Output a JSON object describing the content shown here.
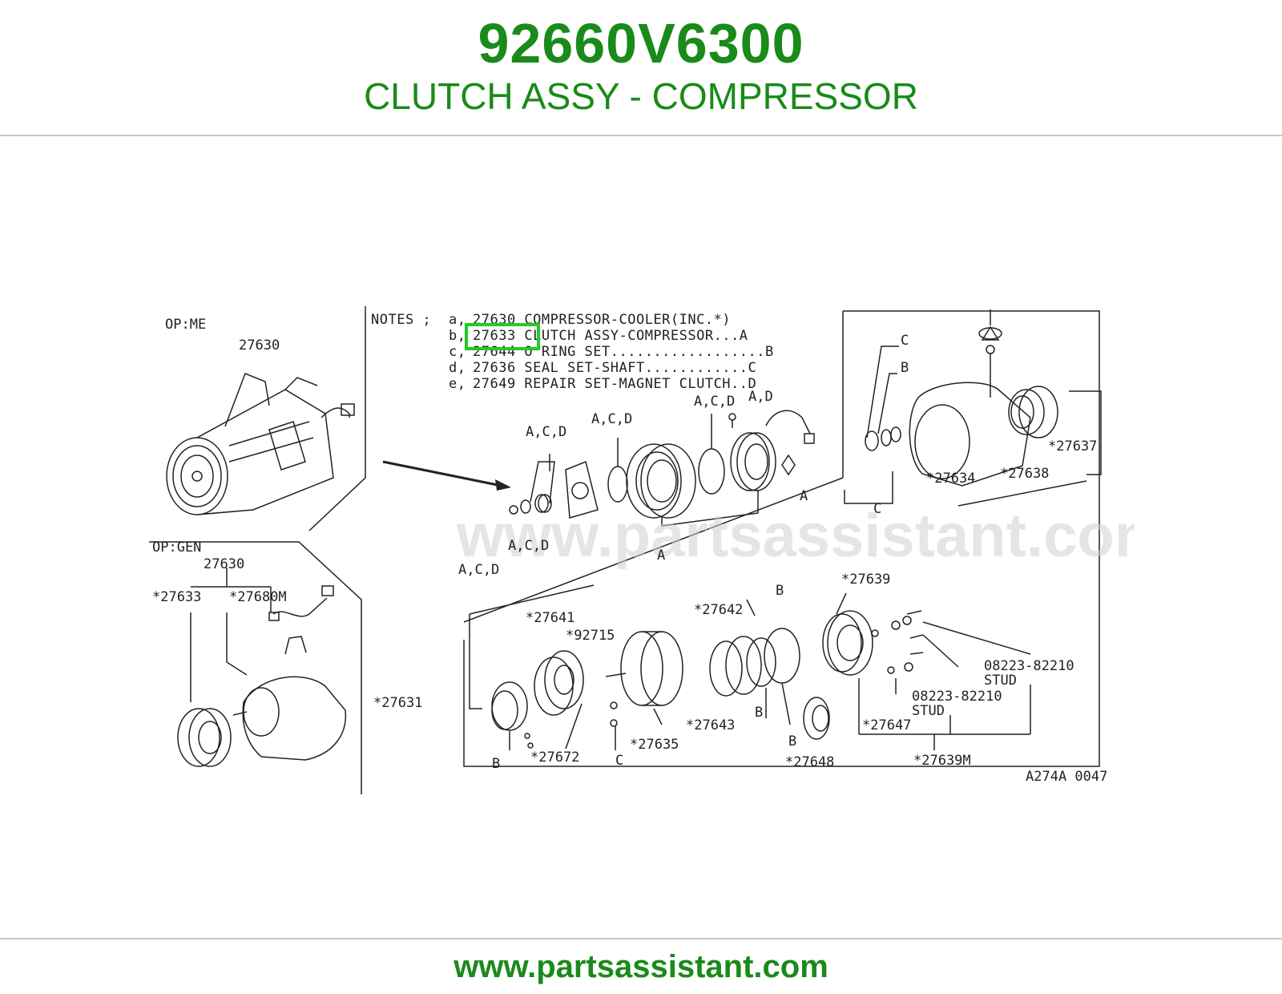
{
  "header": {
    "part_number": "92660V6300",
    "part_name": "CLUTCH ASSY - COMPRESSOR"
  },
  "footer": {
    "site": "www.partsassistant.com"
  },
  "diagram": {
    "watermark": "www.partsassistant.com",
    "drawing_code": "A274A 0047",
    "highlighted_part": "27633",
    "highlight_color": "#22cc22",
    "notes": {
      "heading": "NOTES ;",
      "lines": [
        {
          "letter": "a,",
          "text": "27630 COMPRESSOR-COOLER(INC.*)"
        },
        {
          "letter": "b,",
          "text": "27633 CLUTCH ASSY-COMPRESSOR...A"
        },
        {
          "letter": "c,",
          "text": "27644 O RING SET..................B"
        },
        {
          "letter": "d,",
          "text": "27636 SEAL SET-SHAFT............C"
        },
        {
          "letter": "e,",
          "text": "27649 REPAIR SET-MAGNET CLUTCH..D"
        }
      ]
    },
    "variants": {
      "top": "OP:ME",
      "bottom": "OP:GEN"
    },
    "labels": {
      "l27630_top": "27630",
      "l27630_bot": "27630",
      "l27633": "*27633",
      "l27680m": "*27680M",
      "acd1": "A,C,D",
      "acd2": "A,C,D",
      "acd3": "A,C,D",
      "acd4": "A,C,D",
      "acd5": "A,C,D",
      "ad": "A,D",
      "a1": "A",
      "a2": "A",
      "c1": "C",
      "b1": "B",
      "c2": "C",
      "l27634": "*27634",
      "l27638": "*27638",
      "l27637": "*27637",
      "l27641": "*27641",
      "l92715": "*92715",
      "l27642": "*27642",
      "b2": "B",
      "l27639": "*27639",
      "l27631": "*27631",
      "l08223a": "08223-82210",
      "stud_a": "STUD",
      "l08223b": "08223-82210",
      "stud_b": "STUD",
      "l27643": "*27643",
      "b3": "B",
      "l27647": "*27647",
      "b4": "B",
      "l27672": "*27672",
      "c3": "C",
      "l27635": "*27635",
      "b5": "B",
      "l27648": "*27648",
      "l27639m": "*27639M"
    }
  }
}
